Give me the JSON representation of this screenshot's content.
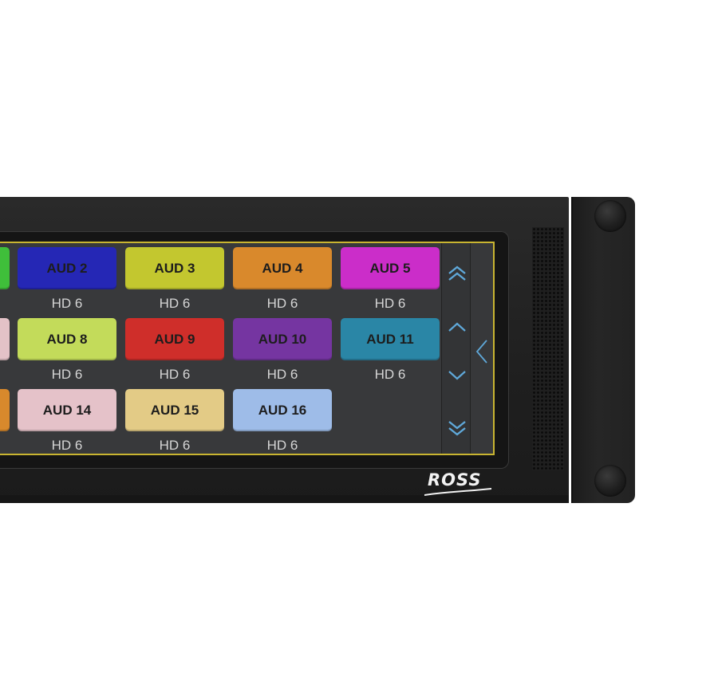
{
  "device": {
    "brand": "ROSS",
    "frame_color": "#c9b531"
  },
  "tiles": [
    {
      "label": "AUD 2",
      "sub": "HD 6",
      "color": "#2527b5"
    },
    {
      "label": "AUD 3",
      "sub": "HD 6",
      "color": "#c3c72f"
    },
    {
      "label": "AUD 4",
      "sub": "HD 6",
      "color": "#d9892c"
    },
    {
      "label": "AUD 5",
      "sub": "HD 6",
      "color": "#cb2dc9"
    },
    {
      "label": "AUD 8",
      "sub": "HD 6",
      "color": "#c3db5a"
    },
    {
      "label": "AUD 9",
      "sub": "HD 6",
      "color": "#cf2e2a"
    },
    {
      "label": "AUD 10",
      "sub": "HD 6",
      "color": "#7535a1"
    },
    {
      "label": "AUD 11",
      "sub": "HD 6",
      "color": "#2a86a6"
    },
    {
      "label": "AUD 14",
      "sub": "HD 6",
      "color": "#e5c2c9"
    },
    {
      "label": "AUD 15",
      "sub": "HD 6",
      "color": "#e3cb86"
    },
    {
      "label": "AUD 16",
      "sub": "HD 6",
      "color": "#9ebce8"
    }
  ],
  "partial_tiles": [
    {
      "color": "#3fbf3a"
    },
    {
      "color": "#e3c2c7"
    },
    {
      "color": "#d8892c"
    }
  ],
  "nav_icons": {
    "page_up": "double-chevron-up-icon",
    "up": "chevron-up-icon",
    "down": "chevron-down-icon",
    "page_down": "double-chevron-down-icon",
    "collapse": "chevron-left-icon",
    "icon_color": "#5fa8d9"
  }
}
